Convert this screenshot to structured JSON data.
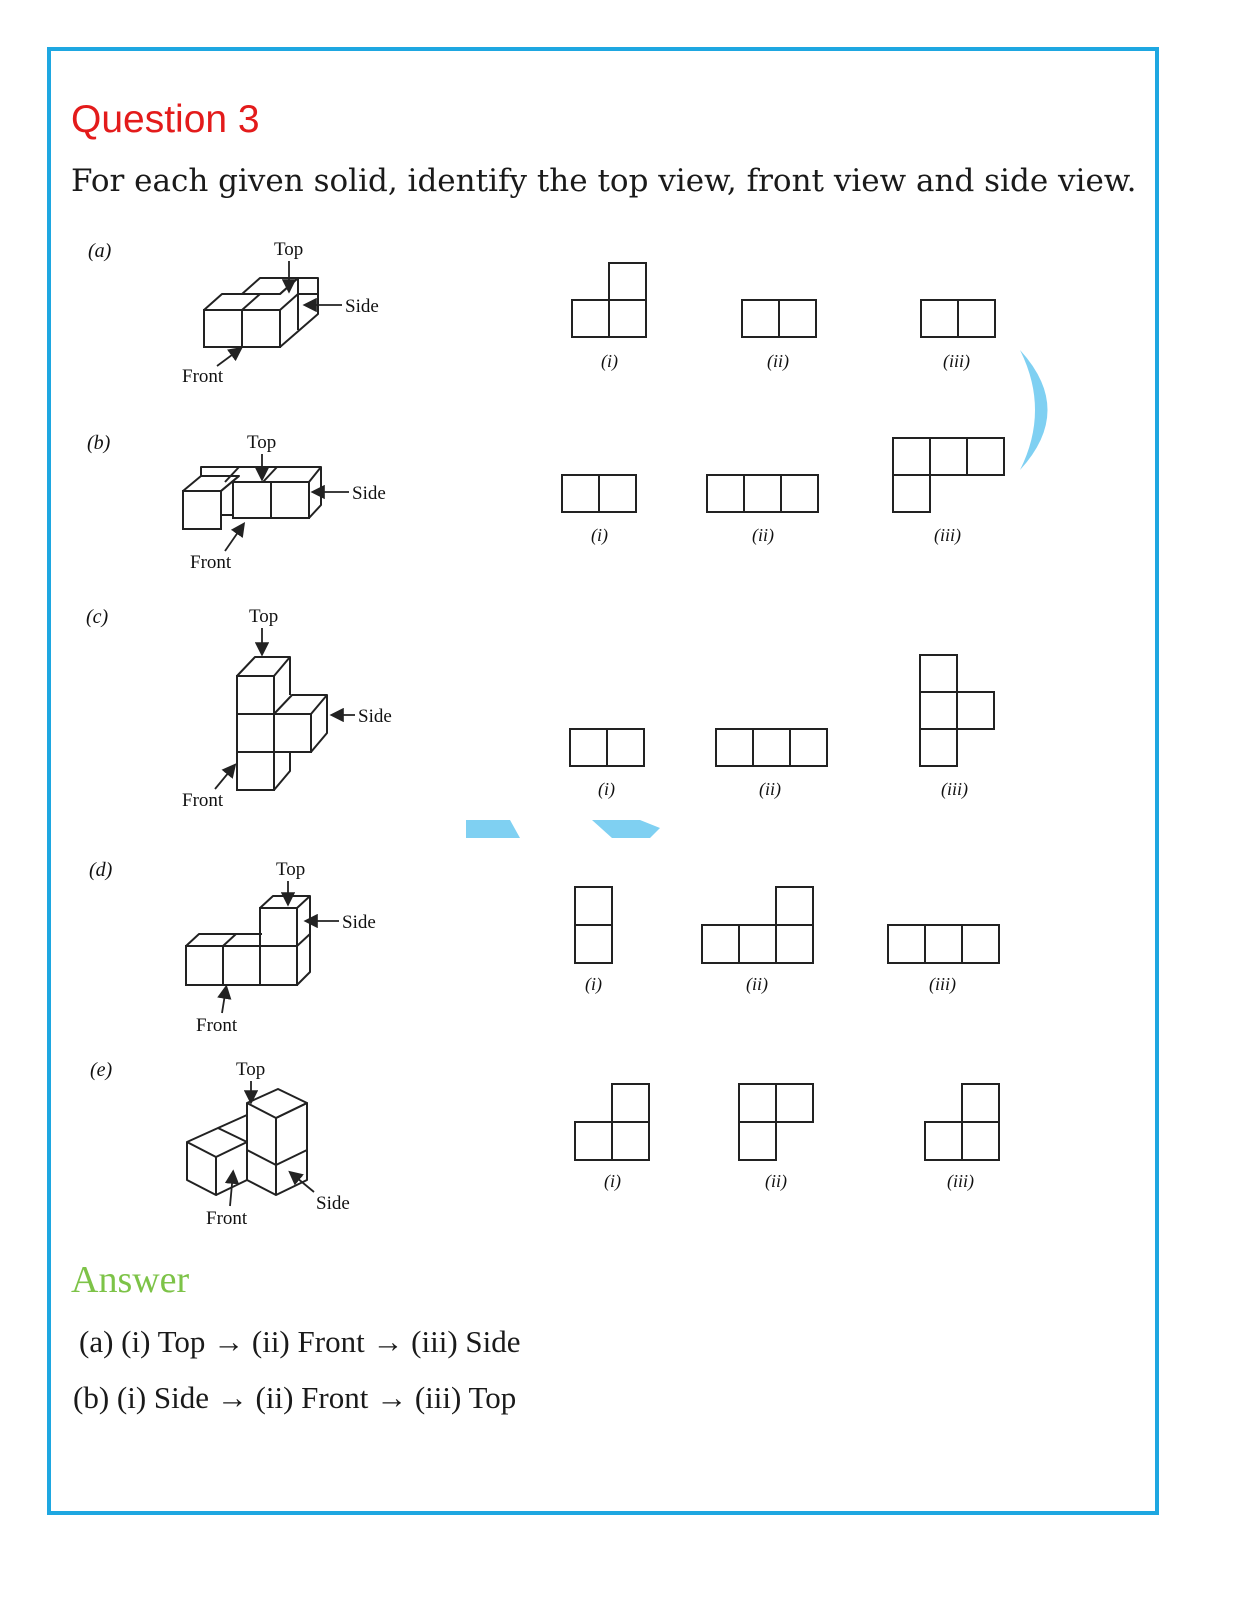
{
  "question": {
    "title": "Question 3",
    "text": "For each given solid, identify the top view, front view and side view."
  },
  "figure_labels": {
    "top": "Top",
    "side": "Side",
    "front": "Front"
  },
  "parts": [
    {
      "label": "(a)",
      "views": [
        "(i)",
        "(ii)",
        "(iii)"
      ]
    },
    {
      "label": "(b)",
      "views": [
        "(i)",
        "(ii)",
        "(iii)"
      ]
    },
    {
      "label": "(c)",
      "views": [
        "(i)",
        "(ii)",
        "(iii)"
      ]
    },
    {
      "label": "(d)",
      "views": [
        "(i)",
        "(ii)",
        "(iii)"
      ]
    },
    {
      "label": "(e)",
      "views": [
        "(i)",
        "(ii)",
        "(iii)"
      ]
    }
  ],
  "answer": {
    "title": "Answer",
    "lines": [
      "(a) (i) Top → (ii) Front → (iii) Side",
      "(b) (i) Side → (ii) Front → (iii) Top"
    ]
  },
  "colors": {
    "border": "#1ea7e1",
    "title": "#e31b1b",
    "answer_title": "#7dc348",
    "decor": "#7fd0f2"
  }
}
